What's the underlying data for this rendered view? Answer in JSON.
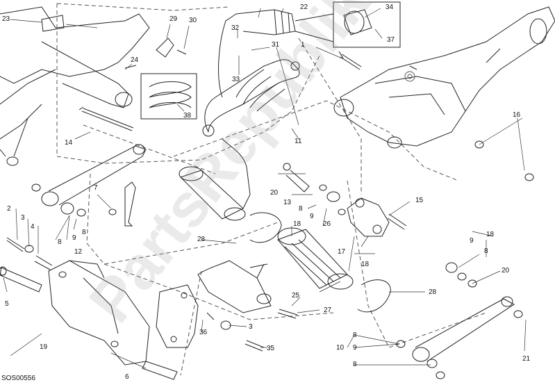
{
  "diagram_code": "SOS00556",
  "watermark_text": "PartsRepublik",
  "callouts": [
    "1",
    "2",
    "3",
    "4",
    "5",
    "6",
    "7",
    "8",
    "9",
    "10",
    "11",
    "12",
    "13",
    "14",
    "15",
    "16",
    "17",
    "18",
    "19",
    "20",
    "21",
    "22",
    "23",
    "24",
    "25",
    "26",
    "27",
    "28",
    "29",
    "30",
    "31",
    "32",
    "33",
    "34",
    "35",
    "36",
    "37",
    "38"
  ]
}
